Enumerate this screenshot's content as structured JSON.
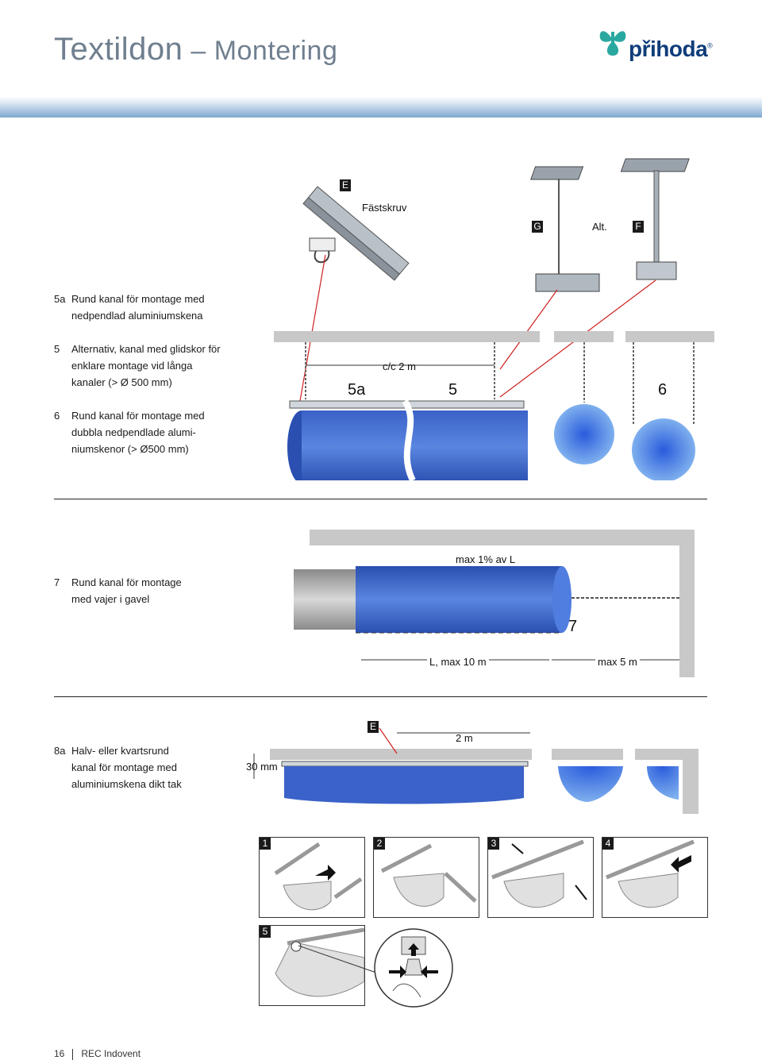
{
  "header": {
    "title": "Textildon",
    "title_sep": " – ",
    "subtitle": "Montering",
    "brand": "přihoda",
    "brand_mark": "®"
  },
  "steps": [
    {
      "num": "5a",
      "text": "Rund kanal för montage med nedpendlad aluminiumskena"
    },
    {
      "num": "5",
      "text": "Alternativ, kanal med glidskor för enklare montage vid långa kanaler (> Ø 500 mm)"
    },
    {
      "num": "6",
      "text": "Rund kanal för montage med dubbla nedpendlade alumi-niumskenor (> Ø500 mm)"
    },
    {
      "num": "7",
      "text": "Rund kanal för montage med vajer i gavel"
    },
    {
      "num": "8a",
      "text": "Halv- eller kvartsrund kanal för montage med aluminiumskena dikt tak"
    }
  ],
  "fig1": {
    "badge_e": "E",
    "fastskruv": "Fästskruv",
    "badge_g": "G",
    "alt": "Alt.",
    "badge_f": "F",
    "cc": "c/c 2 m",
    "label_5a": "5a",
    "label_5": "5",
    "label_6": "6"
  },
  "fig2": {
    "max_sag": "max 1% av L",
    "label_7": "7",
    "length": "L, max 10 m",
    "max5": "max 5 m"
  },
  "fig3": {
    "badge_e": "E",
    "two_m": "2 m",
    "thirty_mm": "30 mm"
  },
  "panels": [
    "1",
    "2",
    "3",
    "4",
    "5"
  ],
  "footer": {
    "page": "16",
    "doc": "REC Indovent"
  },
  "colors": {
    "duct_blue": "#2f5fd0",
    "brand_navy": "#0f3d7a",
    "brand_teal": "#2aa8a0",
    "ceiling_gray": "#c8c8c8"
  }
}
